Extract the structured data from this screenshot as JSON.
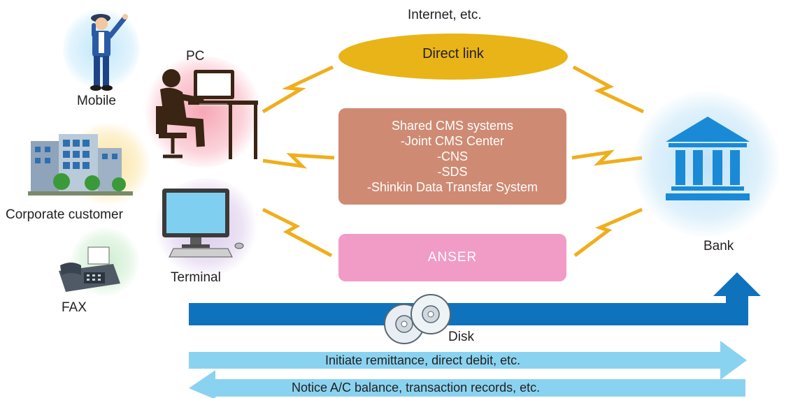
{
  "left": {
    "mobile": "Mobile",
    "pc": "PC",
    "corporate": "Corporate customer",
    "terminal": "Terminal",
    "fax": "FAX"
  },
  "center": {
    "internet_label": "Internet, etc.",
    "direct_link": "Direct link",
    "shared_cms": {
      "title": "Shared CMS systems",
      "lines": [
        "-Joint CMS Center",
        "-CNS",
        "-SDS",
        "-Shinkin Data Transfar System"
      ]
    },
    "anser": "ANSER"
  },
  "right": {
    "bank": "Bank"
  },
  "bottom": {
    "disk": "Disk",
    "arrow_initiate": "Initiate remittance, direct debit, etc.",
    "arrow_notice": "Notice A/C balance, transaction records, etc."
  },
  "colors": {
    "direct_link": "#e8b417",
    "shared_cms": "#cf8a73",
    "anser": "#f19cc6",
    "bank_blue": "#1a8ad6",
    "arrow_dark": "#0f72bd",
    "arrow_light": "#8ad3f0",
    "lightning": "#f0ae1c"
  }
}
